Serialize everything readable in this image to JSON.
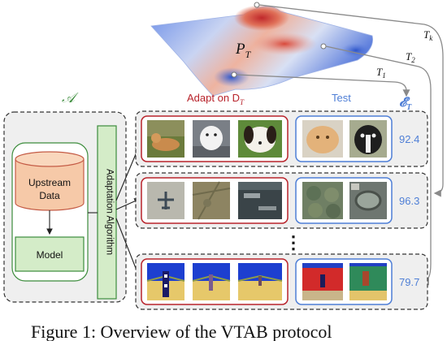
{
  "diagram": {
    "surface_label": "P",
    "surface_label_sub": "T",
    "tasks": [
      {
        "label": "T",
        "sub": "1"
      },
      {
        "label": "T",
        "sub": "2"
      },
      {
        "label": "T",
        "sub": "k"
      }
    ],
    "left_group_symbol": "𝒜",
    "upstream_data": [
      "Upstream",
      "Data"
    ],
    "model_label": "Model",
    "adaptation_algorithm_label": "Adaptation Algorithm",
    "adapt_header": "Adapt on D",
    "adapt_header_sub": "T",
    "test_header": "Test",
    "eval_symbol": "𝓔",
    "eval_symbol_sub": "T",
    "ellipsis": "⋮",
    "rows": [
      {
        "score": "92.4",
        "adapt_images": [
          "dog-lying-on-grass",
          "white-puppy",
          "spaniel-puppy"
        ],
        "test_images": [
          "persian-cat",
          "boston-terrier"
        ]
      },
      {
        "score": "96.3",
        "adapt_images": [
          "satellite-airplane",
          "satellite-field",
          "satellite-ships"
        ],
        "test_images": [
          "satellite-circular-fields",
          "satellite-stadium"
        ]
      },
      {
        "score": "79.7",
        "adapt_images": [
          "3d-maze-corridor-1",
          "3d-maze-corridor-2",
          "3d-maze-corridor-3"
        ],
        "test_images": [
          "3d-maze-red-room",
          "3d-maze-green-wall"
        ]
      }
    ],
    "caption": "Figure 1: Overview of the VTAB protocol"
  },
  "colors": {
    "accent_blue": "#4f7fd6",
    "adapt_red": "#b8232b",
    "green_fill": "#d4ecc8",
    "green_stroke": "#3c8c3c",
    "cylinder_fill": "#f6c9a8",
    "cylinder_stroke": "#c45b45"
  }
}
